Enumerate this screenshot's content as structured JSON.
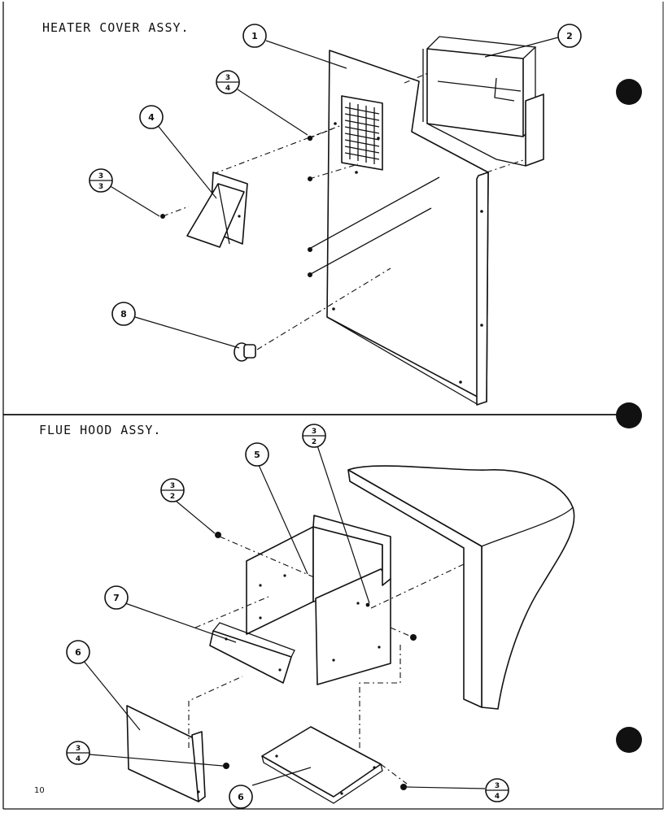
{
  "sections": {
    "heater": {
      "title": "HEATER COVER ASSY."
    },
    "flue": {
      "title": "FLUE HOOD ASSY."
    }
  },
  "callouts": {
    "c1": {
      "label": "1"
    },
    "c2": {
      "label": "2"
    },
    "c4": {
      "label": "4"
    },
    "c8": {
      "label": "8"
    },
    "c34_top": {
      "num": "3",
      "den": "4"
    },
    "c33": {
      "num": "3",
      "den": "3"
    },
    "c5": {
      "label": "5"
    },
    "c32_left": {
      "num": "3",
      "den": "2"
    },
    "c32_right": {
      "num": "3",
      "den": "2"
    },
    "c7": {
      "label": "7"
    },
    "c6_left": {
      "label": "6"
    },
    "c6_bottom": {
      "label": "6"
    },
    "c34_lower_left": {
      "num": "3",
      "den": "4"
    },
    "c34_lower_right": {
      "num": "3",
      "den": "4"
    }
  },
  "page_number": "10"
}
